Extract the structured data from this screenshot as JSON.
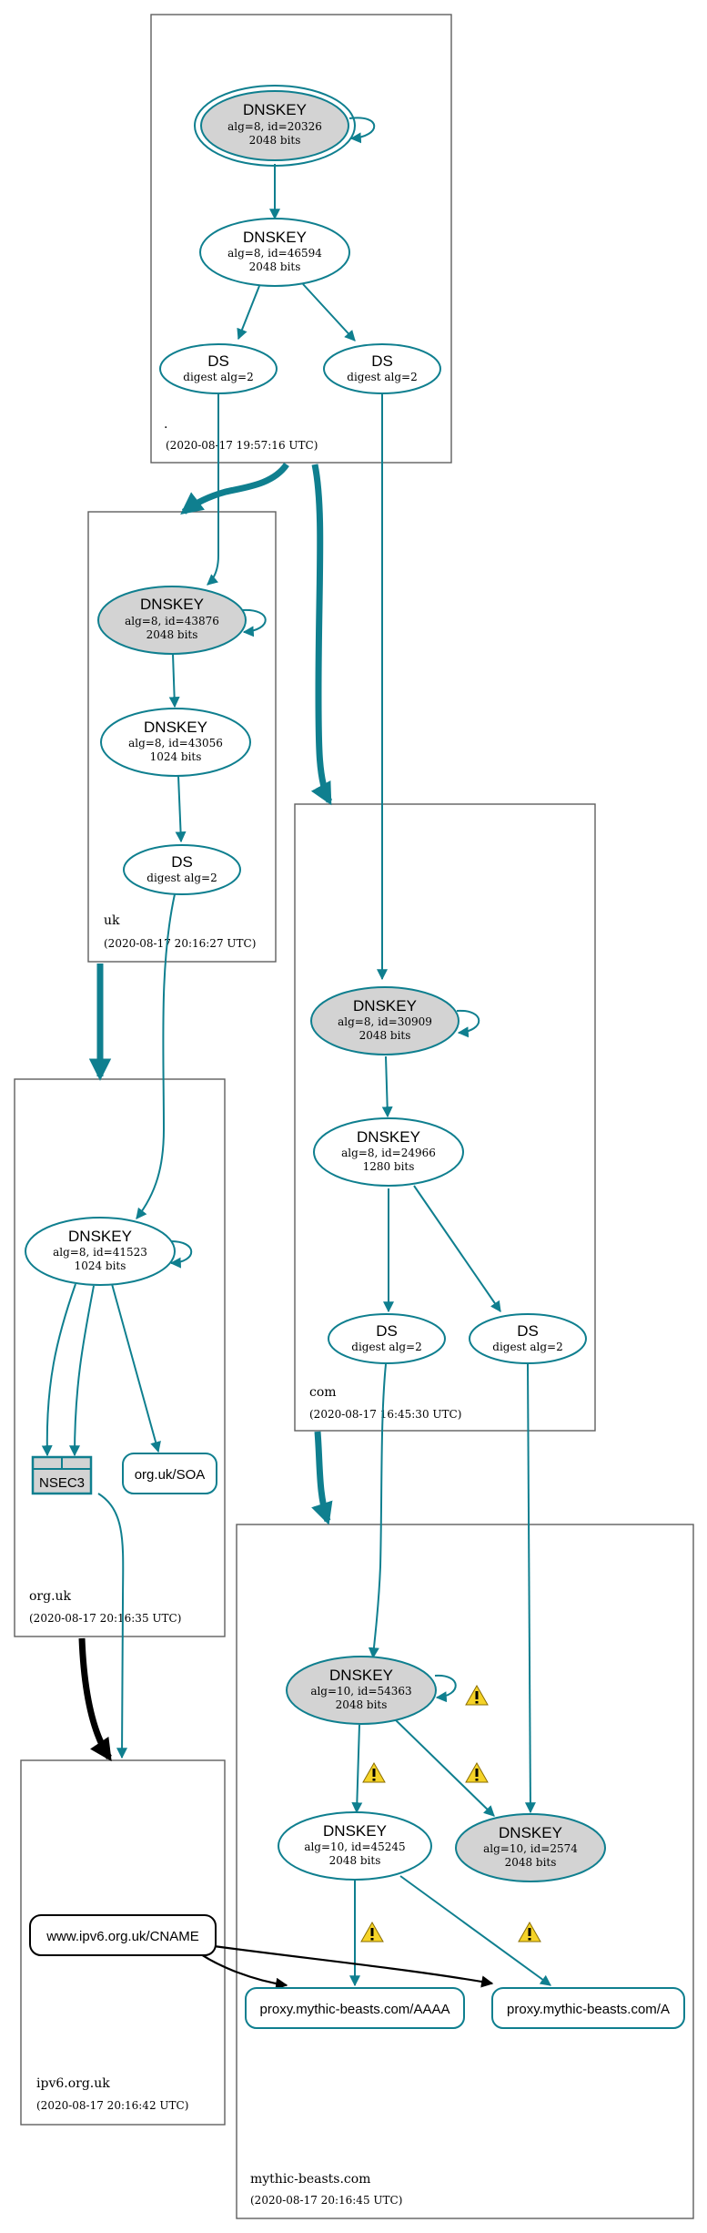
{
  "zones": {
    "root": {
      "name": ".",
      "timestamp": "(2020-08-17 19:57:16 UTC)"
    },
    "uk": {
      "name": "uk",
      "timestamp": "(2020-08-17 20:16:27 UTC)"
    },
    "com": {
      "name": "com",
      "timestamp": "(2020-08-17 16:45:30 UTC)"
    },
    "org_uk": {
      "name": "org.uk",
      "timestamp": "(2020-08-17 20:16:35 UTC)"
    },
    "ipv6_org_uk": {
      "name": "ipv6.org.uk",
      "timestamp": "(2020-08-17 20:16:42 UTC)"
    },
    "mythic_beasts": {
      "name": "mythic-beasts.com",
      "timestamp": "(2020-08-17 20:16:45 UTC)"
    }
  },
  "nodes": {
    "root_ksk": {
      "title": "DNSKEY",
      "line1": "alg=8, id=20326",
      "line2": "2048 bits"
    },
    "root_zsk": {
      "title": "DNSKEY",
      "line1": "alg=8, id=46594",
      "line2": "2048 bits"
    },
    "root_ds_uk": {
      "title": "DS",
      "line1": "digest alg=2"
    },
    "root_ds_com": {
      "title": "DS",
      "line1": "digest alg=2"
    },
    "uk_ksk": {
      "title": "DNSKEY",
      "line1": "alg=8, id=43876",
      "line2": "2048 bits"
    },
    "uk_zsk": {
      "title": "DNSKEY",
      "line1": "alg=8, id=43056",
      "line2": "1024 bits"
    },
    "uk_ds": {
      "title": "DS",
      "line1": "digest alg=2"
    },
    "com_ksk": {
      "title": "DNSKEY",
      "line1": "alg=8, id=30909",
      "line2": "2048 bits"
    },
    "com_zsk": {
      "title": "DNSKEY",
      "line1": "alg=8, id=24966",
      "line2": "1280 bits"
    },
    "com_ds_a": {
      "title": "DS",
      "line1": "digest alg=2"
    },
    "com_ds_b": {
      "title": "DS",
      "line1": "digest alg=2"
    },
    "orguk_key": {
      "title": "DNSKEY",
      "line1": "alg=8, id=41523",
      "line2": "1024 bits"
    },
    "orguk_nsec3": {
      "label": "NSEC3"
    },
    "orguk_soa": {
      "label": "org.uk/SOA"
    },
    "mb_ksk": {
      "title": "DNSKEY",
      "line1": "alg=10, id=54363",
      "line2": "2048 bits"
    },
    "mb_zsk": {
      "title": "DNSKEY",
      "line1": "alg=10, id=45245",
      "line2": "2048 bits"
    },
    "mb_key2": {
      "title": "DNSKEY",
      "line1": "alg=10, id=2574",
      "line2": "2048 bits"
    },
    "mb_aaaa": {
      "label": "proxy.mythic-beasts.com/AAAA"
    },
    "mb_a": {
      "label": "proxy.mythic-beasts.com/A"
    },
    "ipv6_cname": {
      "label": "www.ipv6.org.uk/CNAME"
    }
  },
  "colors": {
    "edge": "#0f7f8f",
    "key_fill": "#d3d3d3",
    "warning": "#f5d327"
  }
}
